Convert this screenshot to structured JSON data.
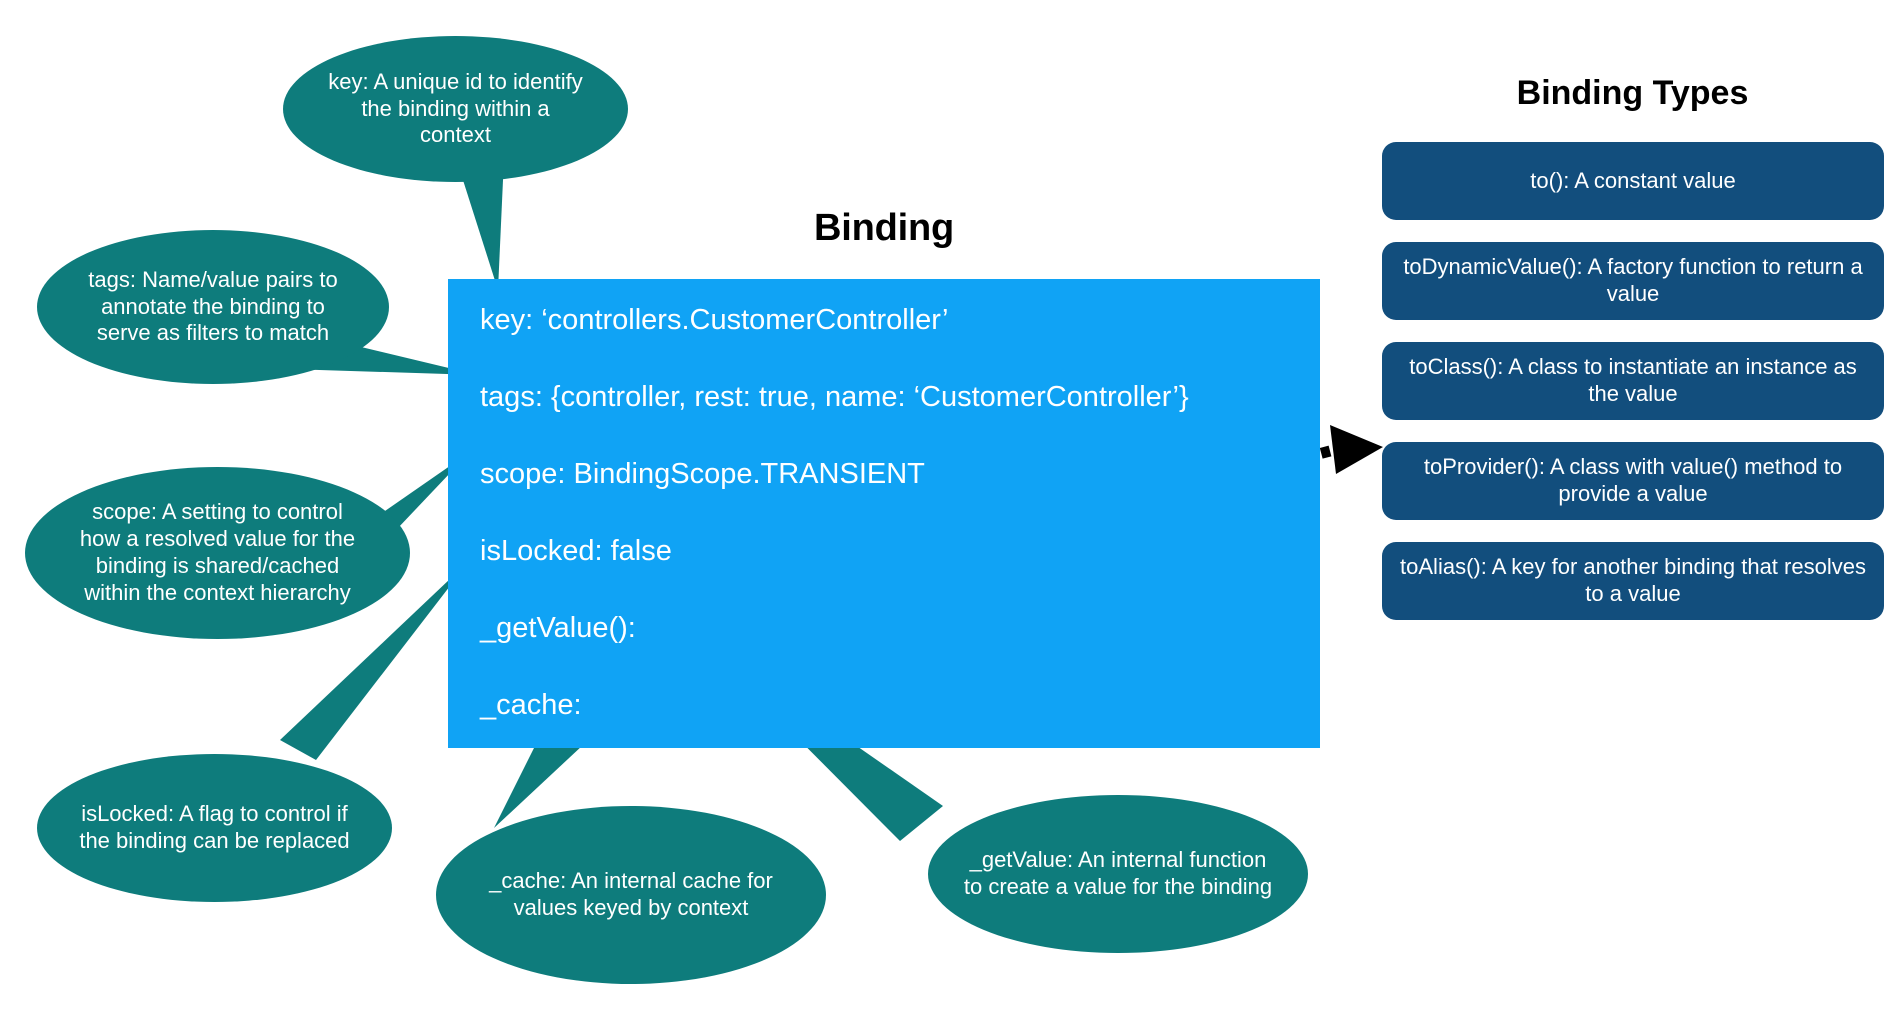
{
  "diagram": {
    "title": "Binding",
    "box": {
      "fields": [
        "key: ‘controllers.CustomerController’",
        "tags: {controller, rest: true, name: ‘CustomerController’}",
        "scope: BindingScope.TRANSIENT",
        "isLocked: false",
        "_getValue():",
        "_cache:"
      ]
    },
    "callouts": [
      {
        "id": "key",
        "text": "key: A unique id to identify the binding within a context"
      },
      {
        "id": "tags",
        "text": "tags: Name/value pairs to annotate the binding to serve as filters to match"
      },
      {
        "id": "scope",
        "text": "scope: A setting to control how a resolved value for the binding is shared/cached within the context hierarchy"
      },
      {
        "id": "isLocked",
        "text": "isLocked: A flag to control if the binding can be replaced"
      },
      {
        "id": "cache",
        "text": "_cache: An internal cache for values keyed by context"
      },
      {
        "id": "getValue",
        "text": "_getValue: An internal function to create a value for the binding"
      }
    ],
    "binding_types": {
      "title": "Binding Types",
      "items": [
        "to(): A constant value",
        "toDynamicValue(): A factory function to return a value",
        "toClass(): A class to instantiate an instance as the value",
        "toProvider(): A class with value() method to provide a value",
        "toAlias(): A key for another binding that resolves to a value"
      ]
    },
    "colors": {
      "background": "#ffffff",
      "box_fill": "#10A3F5",
      "callout_fill": "#0E7C7C",
      "chip_fill": "#124E7D",
      "text_light": "#ffffff",
      "text_dark": "#000000",
      "arrow": "#000000"
    }
  }
}
